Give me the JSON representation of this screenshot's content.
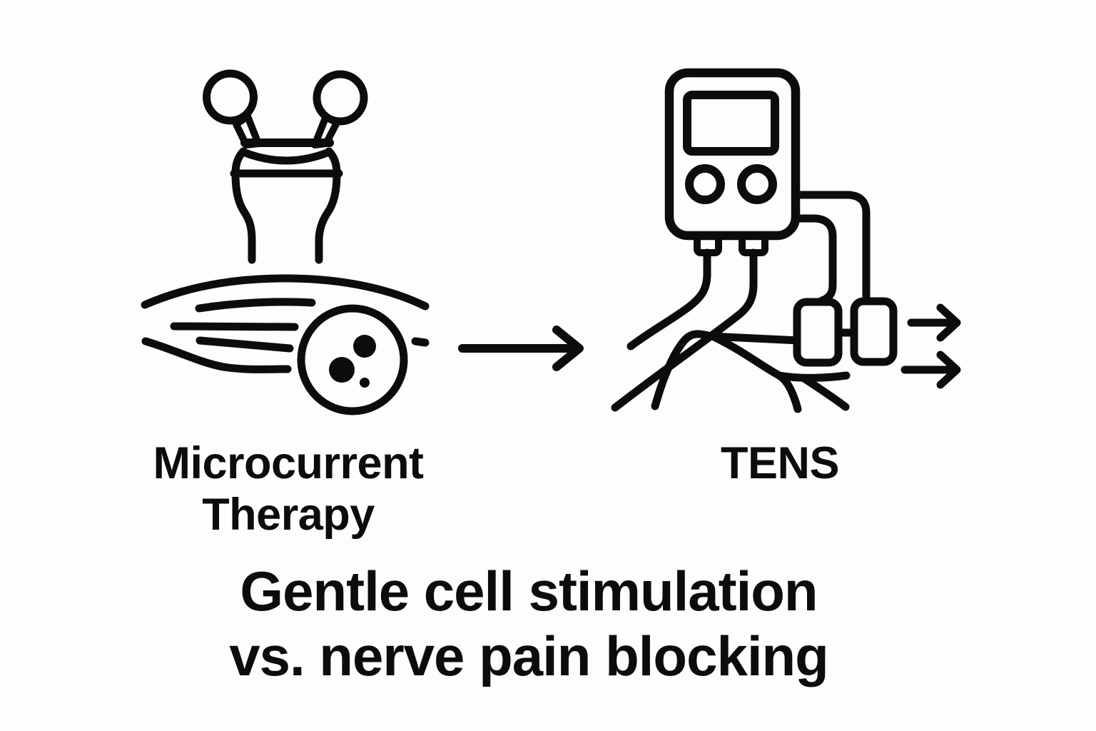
{
  "figure": {
    "colors": {
      "ink": "#0c0c0c",
      "background": "#fdfdfd"
    },
    "left": {
      "icon": "microcurrent-wand-muscle-cell-icon",
      "label_line1": "Microcurrent",
      "label_line2": "Therapy"
    },
    "flow": {
      "icon": "right-arrow-icon"
    },
    "right": {
      "icon": "tens-unit-electrode-pads-nerve-icon",
      "label": "TENS",
      "output_icon": "double-right-arrows-icon"
    },
    "caption": {
      "line1": "Gentle cell stimulation",
      "line2": "vs. nerve pain blocking"
    }
  }
}
